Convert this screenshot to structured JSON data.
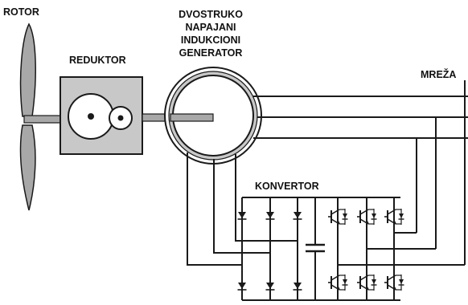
{
  "labels": {
    "rotor": "ROTOR",
    "gearbox": "REDUKTOR",
    "generator_line1": "DVOSTRUKO",
    "generator_line2": "NAPAJANI",
    "generator_line3": "INDUKCIONI",
    "generator_line4": "GENERATOR",
    "grid": "MREŽA",
    "converter": "KONVERTOR"
  },
  "colors": {
    "line": "#1a1a1a",
    "fill_gray": "#c8c8c8",
    "blade_gray": "#a8a8a8"
  }
}
